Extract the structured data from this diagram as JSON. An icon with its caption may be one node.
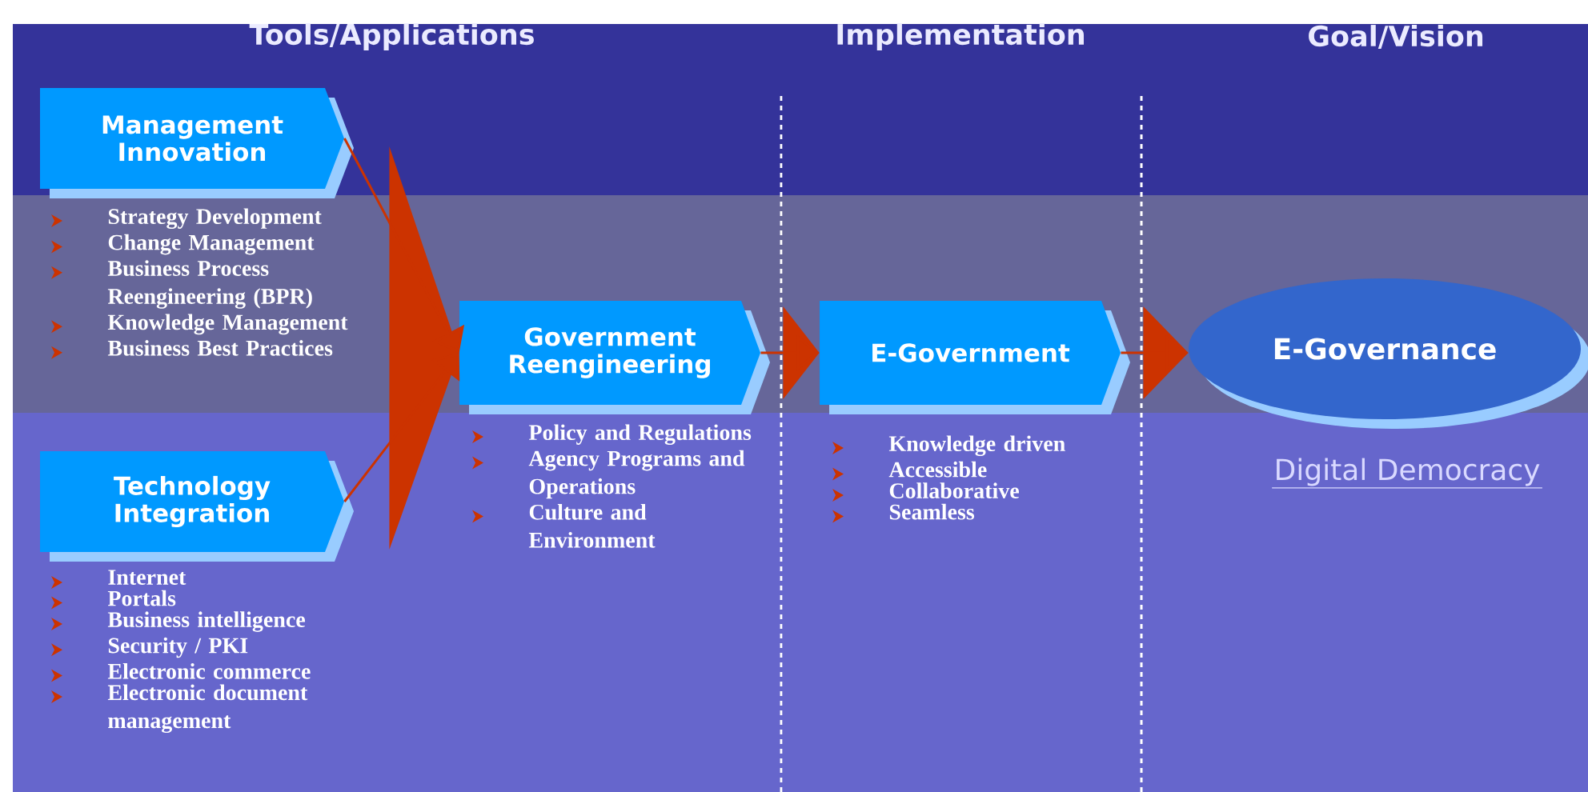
{
  "diagram": {
    "nodes": [
      {
        "text": [
          "Management Innovation"
        ],
        "beside": [
          "Strategy Development",
          "Change Management",
          "Business Process Reengineering (BPR)",
          "Knowledge Management",
          "Business Best Practices"
        ]
      },
      {
        "text": [
          "Technology Integration"
        ],
        "beside": [
          "Internet",
          "Portals",
          "Business intelligence",
          "Security / PKI",
          "Electronic commerce",
          "Electronic document management"
        ]
      },
      {
        "text": [
          "Government Reengineering"
        ],
        "beside": [
          "Policy and Regulations",
          "Agency Programs and Operations",
          "Culture and Environment"
        ]
      },
      {
        "text": [
          "E-Government"
        ],
        "beside": [
          "Knowledge driven",
          "Accessible",
          "Collaborative",
          "Seamless"
        ]
      },
      {
        "text": [
          "E-Governance"
        ],
        "beside": [
          "Digital Democracy"
        ]
      }
    ],
    "edges": [
      {
        "from": 0,
        "to": 2,
        "arrow": "to"
      },
      {
        "from": 1,
        "to": 2,
        "arrow": "to"
      },
      {
        "from": 2,
        "to": 3,
        "arrow": "to"
      },
      {
        "from": 3,
        "to": 4,
        "arrow": "to"
      }
    ],
    "labels": [
      "Tools/Applications",
      "Implementation",
      "Goal/Vision"
    ]
  }
}
